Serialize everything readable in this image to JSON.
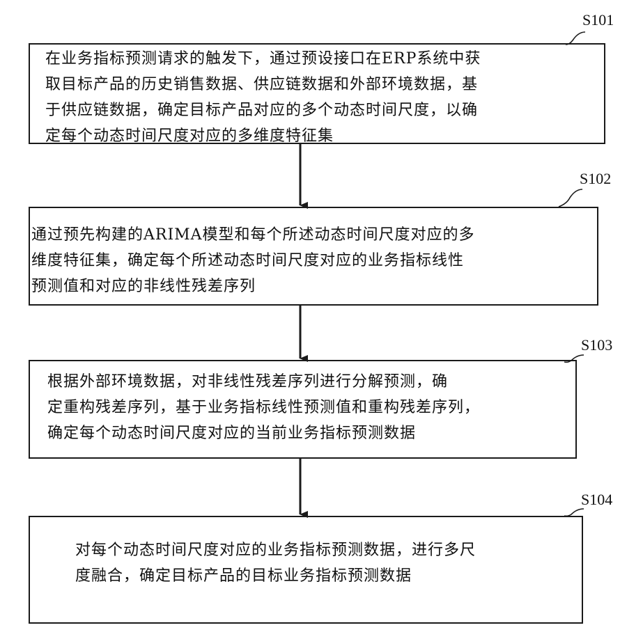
{
  "steps": [
    {
      "label": "S101",
      "text": "在业务指标预测请求的触发下，通过预设接口在ERP系统中获\n取目标产品的历史销售数据、供应链数据和外部环境数据，基\n于供应链数据，确定目标产品对应的多个动态时间尺度，以确\n定每个动态时间尺度对应的多维度特征集"
    },
    {
      "label": "S102",
      "text": "通过预先构建的ARIMA模型和每个所述动态时间尺度对应的多\n维度特征集，确定每个所述动态时间尺度对应的业务指标线性\n预测值和对应的非线性残差序列"
    },
    {
      "label": "S103",
      "text": "根据外部环境数据，对非线性残差序列进行分解预测，确\n定重构残差序列，基于业务指标线性预测值和重构残差序列，\n确定每个动态时间尺度对应的当前业务指标预测数据"
    },
    {
      "label": "S104",
      "text": "对每个动态时间尺度对应的业务指标预测数据，进行多尺\n度融合，确定目标产品的目标业务指标预测数据"
    }
  ]
}
